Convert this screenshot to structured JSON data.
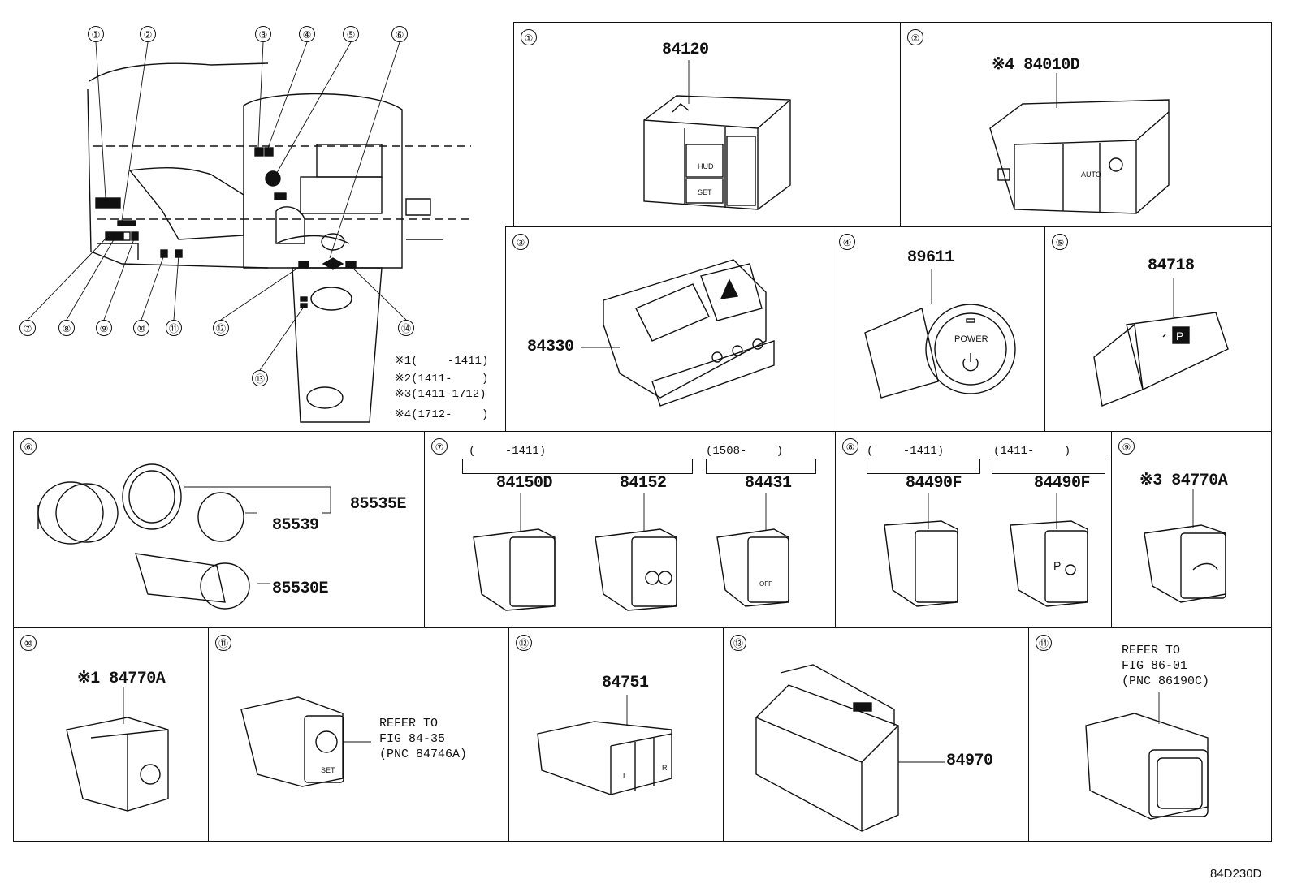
{
  "overview": {
    "callouts": [
      "①",
      "②",
      "③",
      "④",
      "⑤",
      "⑥",
      "⑦",
      "⑧",
      "⑨",
      "⑩",
      "⑪",
      "⑫",
      "⑬",
      "⑭"
    ],
    "notes": [
      "※1(　　 -1411)",
      "※2(1411-　　 )",
      "※3(1411-1712)",
      "※4(1712-　　 )"
    ]
  },
  "panels": {
    "p1": {
      "num": "①",
      "part": "84120"
    },
    "p2": {
      "num": "②",
      "part": "※4 84010D"
    },
    "p3": {
      "num": "③",
      "part": "84330"
    },
    "p4": {
      "num": "④",
      "part": "89611",
      "label_power": "POWER"
    },
    "p5": {
      "num": "⑤",
      "part": "84718"
    },
    "p6": {
      "num": "⑥",
      "parts": [
        "85535E",
        "85539",
        "85530E"
      ]
    },
    "p7": {
      "num": "⑦",
      "range1": "(　　 -1411)",
      "range2": "(1508-　　 )",
      "parts": [
        "84150D",
        "84152",
        "84431"
      ]
    },
    "p8": {
      "num": "⑧",
      "range1": "(　　 -1411)",
      "range2": "(1411-　　 )",
      "parts": [
        "84490F",
        "84490F"
      ]
    },
    "p9": {
      "num": "⑨",
      "part": "※3 84770A"
    },
    "p10": {
      "num": "⑩",
      "part": "※1 84770A"
    },
    "p11": {
      "num": "⑪",
      "ref": "REFER TO\nFIG 84-35\n(PNC 84746A)"
    },
    "p12": {
      "num": "⑫",
      "part": "84751"
    },
    "p13": {
      "num": "⑬",
      "part": "84970"
    },
    "p14": {
      "num": "⑭",
      "ref": "REFER TO\nFIG 86-01\n(PNC 86190C)"
    }
  },
  "figure_code": "84D230D"
}
